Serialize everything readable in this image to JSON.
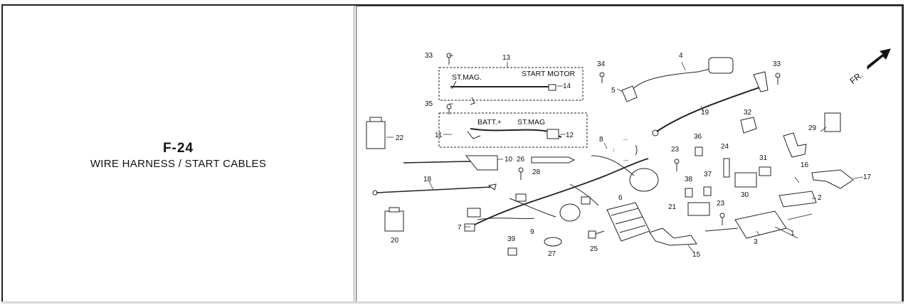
{
  "title_panel": {
    "code": "F-24",
    "description": "WIRE HARNESS / START CABLES"
  },
  "diagram": {
    "front_indicator": "FR.",
    "group_labels": {
      "st_mag_13": "ST.MAG.",
      "start_motor": "START MOTOR",
      "batt_plus": "BATT.+",
      "st_mag_11": "ST.MAG"
    },
    "callouts": [
      "33",
      "13",
      "14",
      "35",
      "34",
      "4",
      "5",
      "33",
      "19",
      "22",
      "11",
      "12",
      "8",
      "10",
      "26",
      "28",
      "18",
      "9",
      "7",
      "6",
      "20",
      "39",
      "27",
      "25",
      "32",
      "29",
      "16",
      "17",
      "36",
      "23",
      "24",
      "31",
      "30",
      "38",
      "37",
      "21",
      "23",
      "2",
      "1",
      "3",
      "15"
    ]
  }
}
